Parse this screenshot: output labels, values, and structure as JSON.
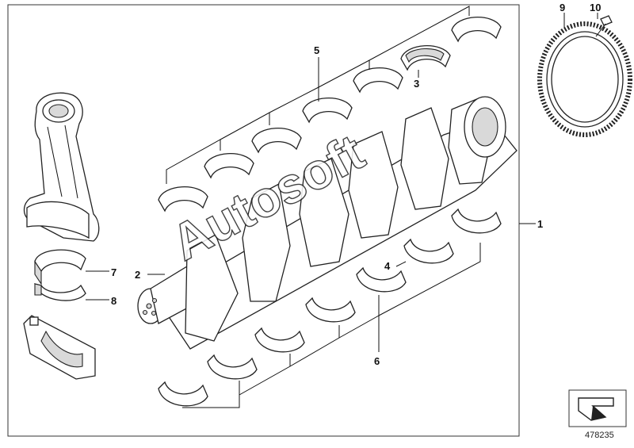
{
  "diagram": {
    "document_number": "478235",
    "watermark": "Autosoft",
    "callouts": [
      {
        "id": "1",
        "label": "1"
      },
      {
        "id": "2",
        "label": "2"
      },
      {
        "id": "3",
        "label": "3"
      },
      {
        "id": "4",
        "label": "4"
      },
      {
        "id": "5",
        "label": "5"
      },
      {
        "id": "6",
        "label": "6"
      },
      {
        "id": "7",
        "label": "7"
      },
      {
        "id": "8",
        "label": "8"
      },
      {
        "id": "9",
        "label": "9"
      },
      {
        "id": "10",
        "label": "10"
      }
    ],
    "icons": {
      "navigation": "next-page-arrow-icon"
    }
  }
}
